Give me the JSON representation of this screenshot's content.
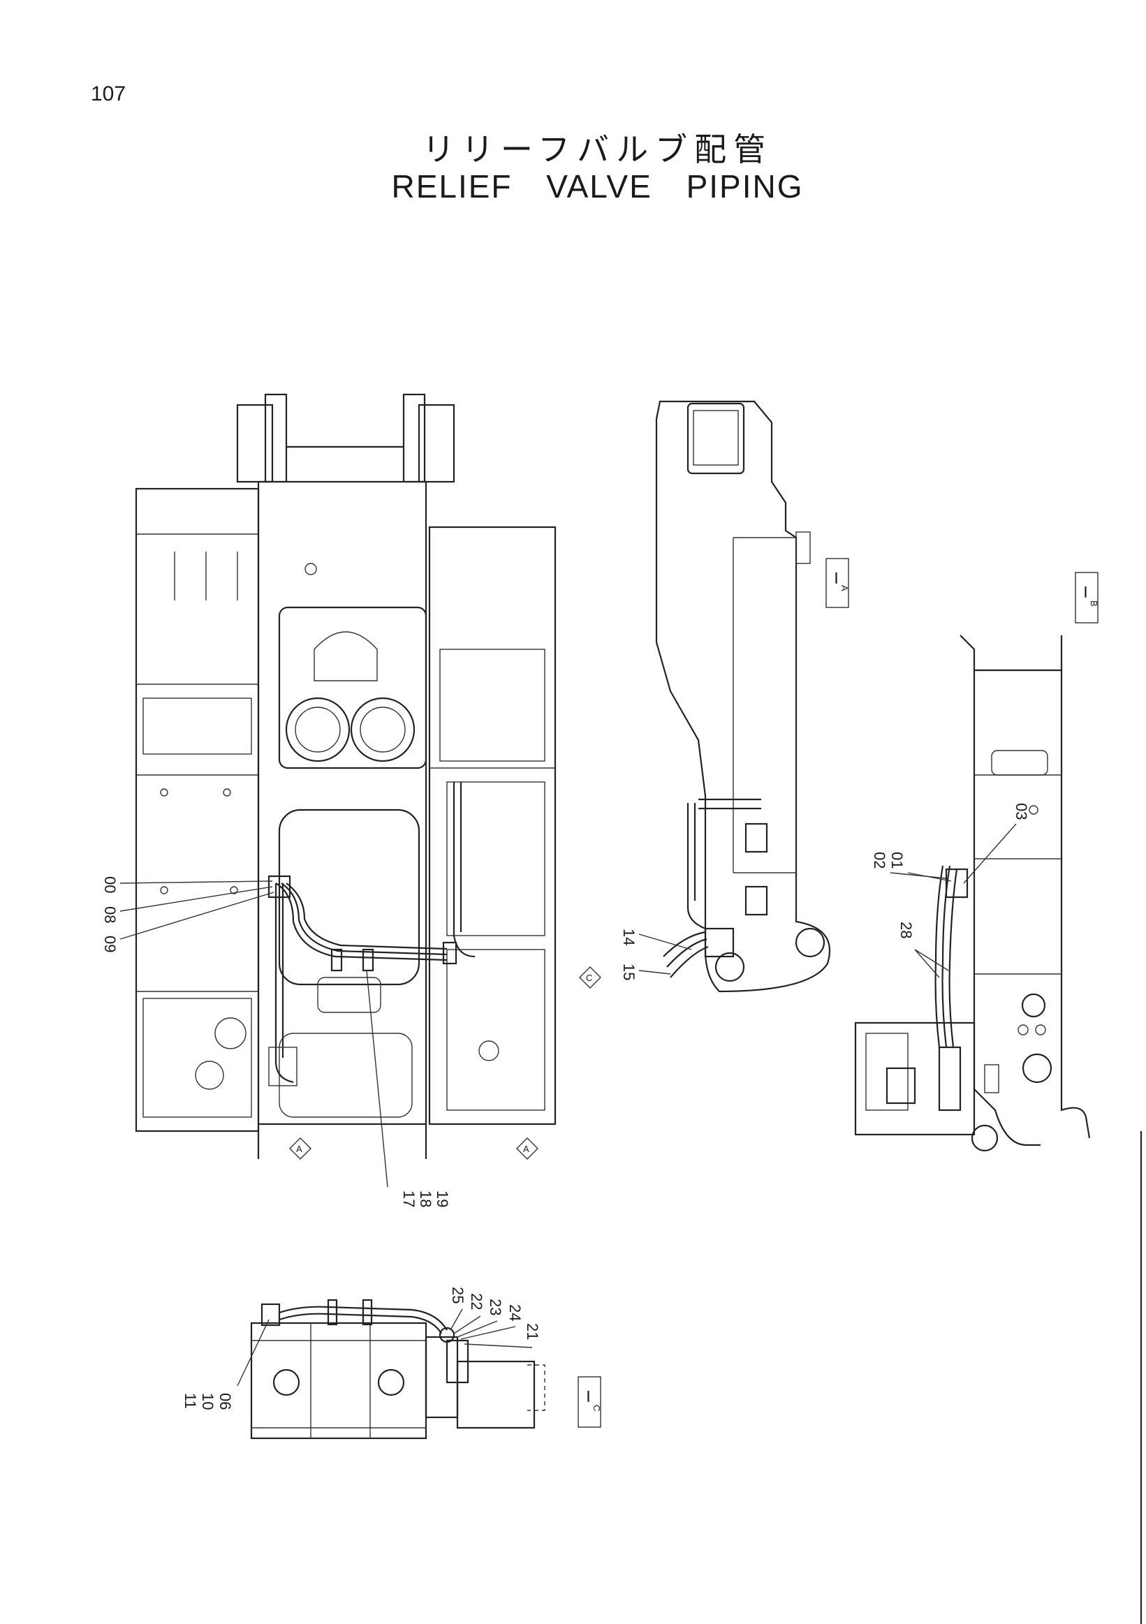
{
  "page_number": "107",
  "title_jp": "リリーフバルブ配管",
  "title_en": "RELIEF VALVE PIPING",
  "view_markers": [
    "A",
    "A",
    "C"
  ],
  "section_labels": [
    "A",
    "B",
    "C"
  ],
  "part_labels": {
    "view_a": [
      "00",
      "08",
      "09",
      "17",
      "18",
      "19"
    ],
    "view_side": [
      "14",
      "15"
    ],
    "view_b": [
      "02",
      "01",
      "03",
      "28"
    ],
    "view_c": [
      "25",
      "22",
      "23",
      "24",
      "21",
      "11",
      "10",
      "06"
    ]
  }
}
